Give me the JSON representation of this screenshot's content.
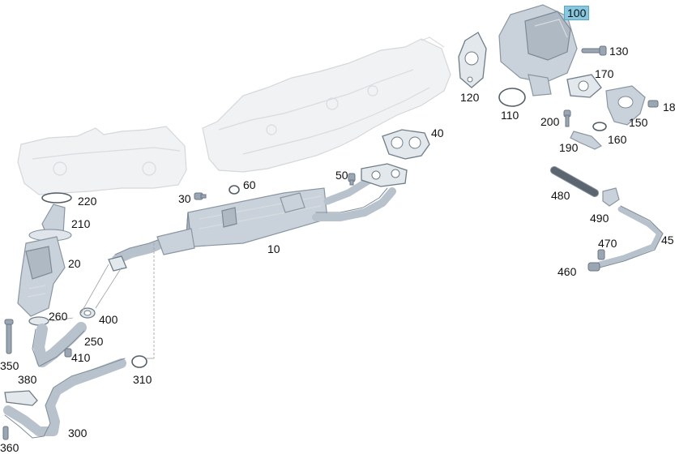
{
  "diagram": {
    "highlight_color": "#86c8e0",
    "part_color": "#c9d2da",
    "labels": {
      "p100": "100",
      "p130": "130",
      "p120": "120",
      "p110": "110",
      "p170": "170",
      "p18": "18",
      "p200": "200",
      "p150": "150",
      "p160": "160",
      "p190": "190",
      "p40": "40",
      "p50": "50",
      "p60": "60",
      "p30": "30",
      "p220": "220",
      "p210": "210",
      "p20": "20",
      "p10": "10",
      "p480": "480",
      "p490": "490",
      "p45": "45",
      "p470": "470",
      "p460": "460",
      "p260": "260",
      "p400": "400",
      "p250": "250",
      "p410": "410",
      "p350": "350",
      "p380": "380",
      "p310": "310",
      "p300": "300",
      "p360": "360"
    }
  }
}
